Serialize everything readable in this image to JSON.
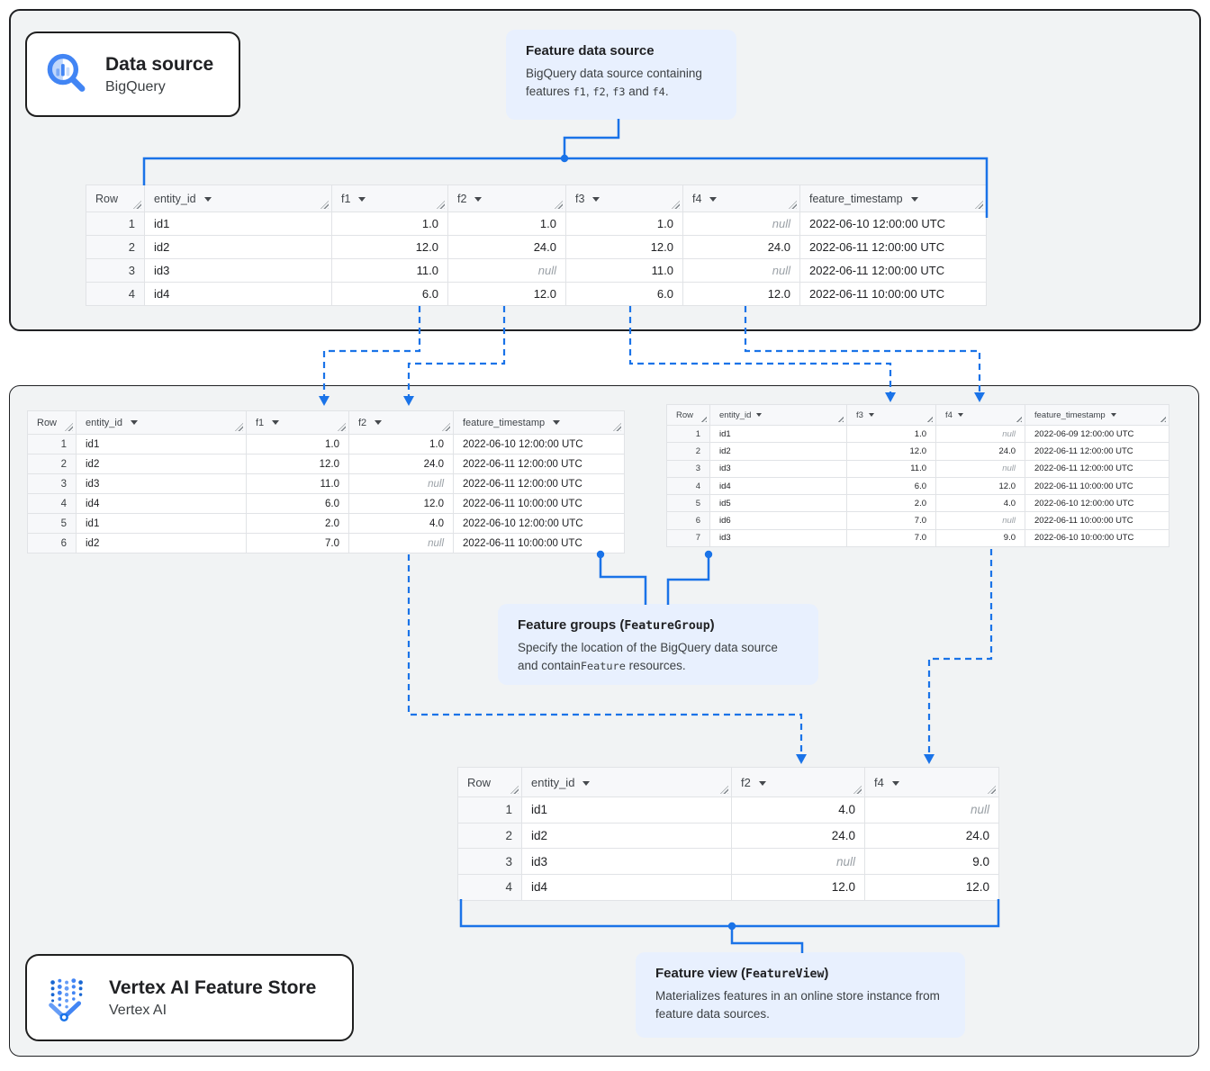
{
  "colors": {
    "connector": "#1a73e8",
    "callout_bg": "#e8f0fe",
    "panel_bg": "#f1f3f4"
  },
  "cards": {
    "data_source": {
      "title": "Data source",
      "subtitle": "BigQuery",
      "icon": "bigquery-magnifier-icon"
    },
    "vertex_ai": {
      "title": "Vertex AI Feature Store",
      "subtitle": "Vertex AI",
      "icon": "vertex-ai-icon"
    }
  },
  "callouts": {
    "feature_data_source": {
      "title_segments": [
        {
          "t": "Feature data source"
        }
      ],
      "body_segments": [
        {
          "t": "BigQuery data source containing features "
        },
        {
          "m": "f1"
        },
        {
          "t": ", "
        },
        {
          "m": "f2"
        },
        {
          "t": ", "
        },
        {
          "m": "f3"
        },
        {
          "t": " and "
        },
        {
          "m": "f4"
        },
        {
          "t": "."
        }
      ]
    },
    "feature_groups": {
      "title_segments": [
        {
          "t": "Feature groups ("
        },
        {
          "m": "FeatureGroup"
        },
        {
          "t": ")"
        }
      ],
      "body_segments": [
        {
          "t": "Specify the location of the BigQuery data source and contain"
        },
        {
          "m": "Feature"
        },
        {
          "t": " resources."
        }
      ]
    },
    "feature_view": {
      "title_segments": [
        {
          "t": "Feature view ("
        },
        {
          "m": "FeatureView"
        },
        {
          "t": ")"
        }
      ],
      "body_segments": [
        {
          "t": "Materializes features in an online store instance from feature data sources."
        }
      ]
    }
  },
  "tables": {
    "source": {
      "columns": [
        {
          "label": "Row",
          "caret": false,
          "align": "rownum"
        },
        {
          "label": "entity_id",
          "caret": true,
          "align": "left"
        },
        {
          "label": "f1",
          "caret": true,
          "align": "right"
        },
        {
          "label": "f2",
          "caret": true,
          "align": "right"
        },
        {
          "label": "f3",
          "caret": true,
          "align": "right"
        },
        {
          "label": "f4",
          "caret": true,
          "align": "right"
        },
        {
          "label": "feature_timestamp",
          "caret": true,
          "align": "left"
        }
      ],
      "rows": [
        [
          "1",
          "id1",
          "1.0",
          "1.0",
          "1.0",
          "null",
          "2022-06-10 12:00:00 UTC"
        ],
        [
          "2",
          "id2",
          "12.0",
          "24.0",
          "12.0",
          "24.0",
          "2022-06-11 12:00:00 UTC"
        ],
        [
          "3",
          "id3",
          "11.0",
          "null",
          "11.0",
          "null",
          "2022-06-11 12:00:00 UTC"
        ],
        [
          "4",
          "id4",
          "6.0",
          "12.0",
          "6.0",
          "12.0",
          "2022-06-11 10:00:00 UTC"
        ]
      ]
    },
    "group1": {
      "columns": [
        {
          "label": "Row",
          "caret": false,
          "align": "rownum"
        },
        {
          "label": "entity_id",
          "caret": true,
          "align": "left"
        },
        {
          "label": "f1",
          "caret": true,
          "align": "right"
        },
        {
          "label": "f2",
          "caret": true,
          "align": "right"
        },
        {
          "label": "feature_timestamp",
          "caret": true,
          "align": "left"
        }
      ],
      "rows": [
        [
          "1",
          "id1",
          "1.0",
          "1.0",
          "2022-06-10 12:00:00 UTC"
        ],
        [
          "2",
          "id2",
          "12.0",
          "24.0",
          "2022-06-11 12:00:00 UTC"
        ],
        [
          "3",
          "id3",
          "11.0",
          "null",
          "2022-06-11 12:00:00 UTC"
        ],
        [
          "4",
          "id4",
          "6.0",
          "12.0",
          "2022-06-11 10:00:00 UTC"
        ],
        [
          "5",
          "id1",
          "2.0",
          "4.0",
          "2022-06-10 12:00:00 UTC"
        ],
        [
          "6",
          "id2",
          "7.0",
          "null",
          "2022-06-11 10:00:00 UTC"
        ]
      ]
    },
    "group2": {
      "columns": [
        {
          "label": "Row",
          "caret": false,
          "align": "rownum"
        },
        {
          "label": "entity_id",
          "caret": true,
          "align": "left"
        },
        {
          "label": "f3",
          "caret": true,
          "align": "right"
        },
        {
          "label": "f4",
          "caret": true,
          "align": "right"
        },
        {
          "label": "feature_timestamp",
          "caret": true,
          "align": "left"
        }
      ],
      "rows": [
        [
          "1",
          "id1",
          "1.0",
          "null",
          "2022-06-09 12:00:00 UTC"
        ],
        [
          "2",
          "id2",
          "12.0",
          "24.0",
          "2022-06-11 12:00:00 UTC"
        ],
        [
          "3",
          "id3",
          "11.0",
          "null",
          "2022-06-11 12:00:00 UTC"
        ],
        [
          "4",
          "id4",
          "6.0",
          "12.0",
          "2022-06-11 10:00:00 UTC"
        ],
        [
          "5",
          "id5",
          "2.0",
          "4.0",
          "2022-06-10 12:00:00 UTC"
        ],
        [
          "6",
          "id6",
          "7.0",
          "null",
          "2022-06-11 10:00:00 UTC"
        ],
        [
          "7",
          "id3",
          "7.0",
          "9.0",
          "2022-06-10 10:00:00 UTC"
        ]
      ]
    },
    "view": {
      "columns": [
        {
          "label": "Row",
          "caret": false,
          "align": "rownum"
        },
        {
          "label": "entity_id",
          "caret": true,
          "align": "left"
        },
        {
          "label": "f2",
          "caret": true,
          "align": "right"
        },
        {
          "label": "f4",
          "caret": true,
          "align": "right"
        }
      ],
      "rows": [
        [
          "1",
          "id1",
          "4.0",
          "null"
        ],
        [
          "2",
          "id2",
          "24.0",
          "24.0"
        ],
        [
          "3",
          "id3",
          "null",
          "9.0"
        ],
        [
          "4",
          "id4",
          "12.0",
          "12.0"
        ]
      ]
    }
  }
}
